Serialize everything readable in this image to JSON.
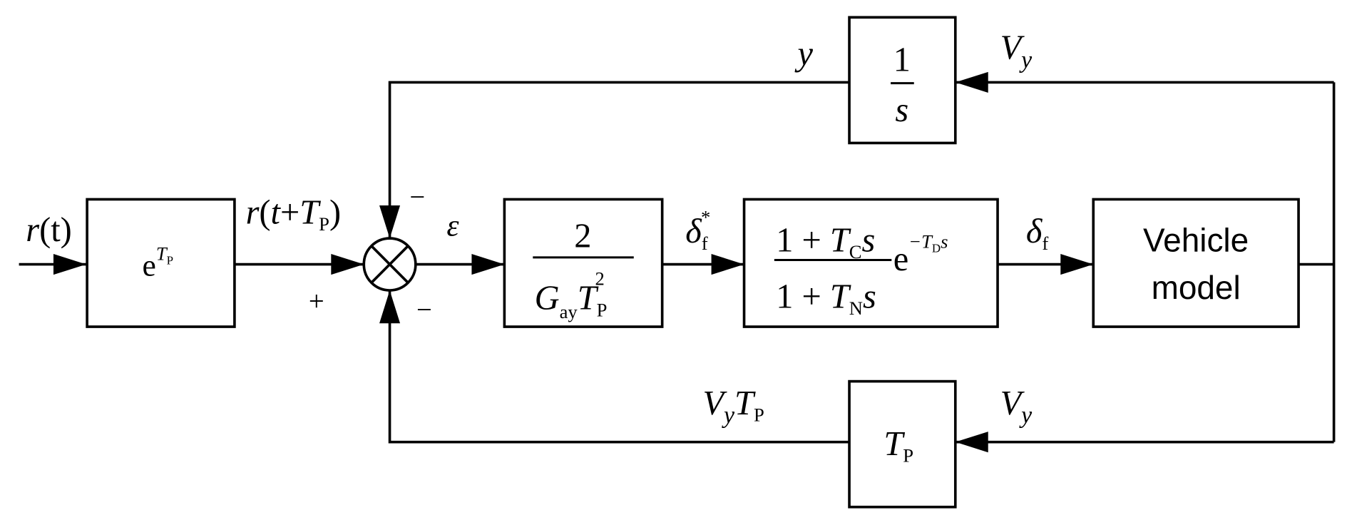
{
  "blocks": {
    "predictor": {
      "base": "e",
      "exp": "T",
      "exp_sub": "P"
    },
    "gain": {
      "numerator": "2",
      "den_g": "G",
      "den_g_sub": "ay",
      "den_t": "T",
      "den_t_sub": "P",
      "den_t_sup": "2"
    },
    "actuator": {
      "num": "1 + ",
      "num_t": "T",
      "num_t_sub": "C",
      "num_s": "s",
      "den": "1 + ",
      "den_t": "T",
      "den_t_sub": "N",
      "den_s": "s",
      "delay_base": "e",
      "delay_exp": "−T",
      "delay_exp_sub": "D",
      "delay_exp_s": "s"
    },
    "vehicle": {
      "line1": "Vehicle",
      "line2": "model"
    },
    "integrator": {
      "numerator": "1",
      "denominator": "s"
    },
    "preview_gain": {
      "t": "T",
      "t_sub": "P"
    }
  },
  "signals": {
    "input": {
      "r": "r",
      "t": "(t)"
    },
    "predicted": {
      "r": "r",
      "open": "(",
      "t": "t",
      "plus": "+",
      "T": "T",
      "T_sub": "P",
      "close": ")"
    },
    "error": "ε",
    "delta_star": {
      "base": "δ",
      "sub": "f",
      "sup": "*"
    },
    "delta": {
      "base": "δ",
      "sub": "f"
    },
    "y": "y",
    "vy_top": {
      "base": "V",
      "sub": "y"
    },
    "vy_bottom": {
      "base": "V",
      "sub": "y"
    },
    "vytp": {
      "v": "V",
      "v_sub": "y",
      "t": "T",
      "t_sub": "P"
    }
  },
  "signs": {
    "plus": "+",
    "minus_top": "−",
    "minus_bottom": "−"
  }
}
